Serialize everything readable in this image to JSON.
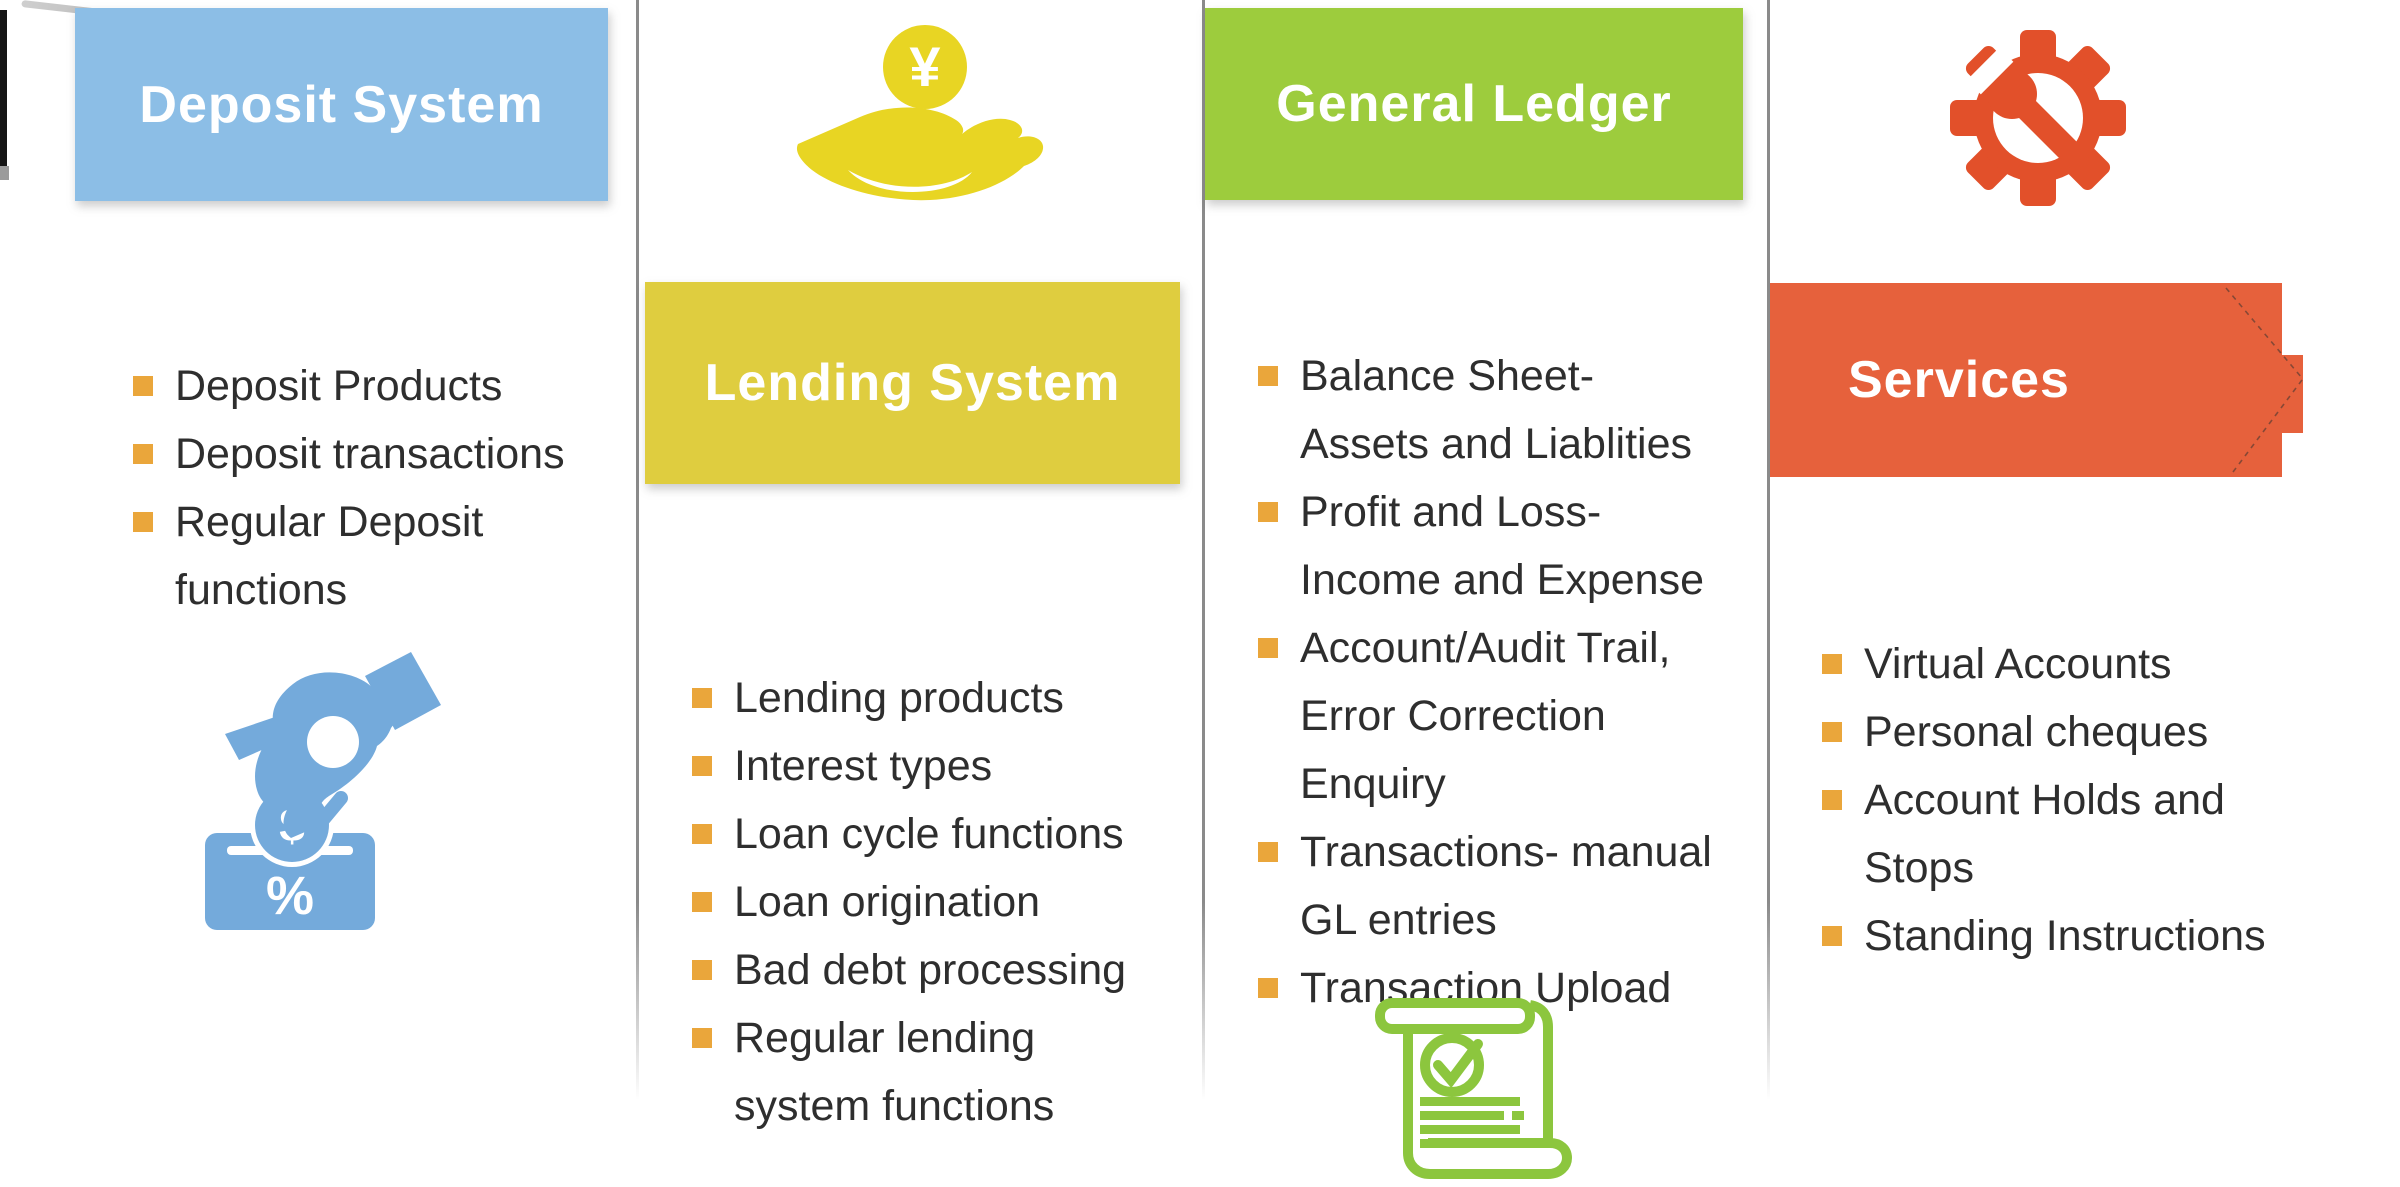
{
  "colors": {
    "deposit_header_bg": "#8CBEE6",
    "lending_header_bg": "#DFCD3F",
    "ledger_header_bg": "#9DCC3D",
    "services_header_bg": "#E6613C",
    "bullet_orange": "#EAA63B",
    "list_text": "#2e2e2e",
    "deposit_icon_blue": "#74AADB",
    "yen_icon_yellow": "#E8D523",
    "scroll_icon_green": "#8CC63E",
    "gear_icon_red": "#E2502A",
    "divider_gray": "#8a8a8a",
    "header_text": "#ffffff"
  },
  "columns": [
    {
      "header": {
        "label": "Deposit System"
      },
      "items": [
        "Deposit Products",
        "Deposit transactions",
        "Regular Deposit\nfunctions"
      ],
      "icon": "hand-coin-deposit-box-icon"
    },
    {
      "header": {
        "label": "Lending System"
      },
      "items": [
        "Lending products",
        "Interest types",
        "Loan cycle functions",
        "Loan origination",
        "Bad debt processing",
        "Regular lending\nsystem functions"
      ],
      "icon": "yen-coin-hand-icon"
    },
    {
      "header": {
        "label": "General Ledger"
      },
      "items": [
        "Balance Sheet-\nAssets and Liablities",
        "Profit and Loss-\nIncome and Expense",
        "Account/Audit Trail,\nError Correction\nEnquiry",
        "Transactions- manual\nGL entries",
        "Transaction Upload"
      ],
      "icon": "scroll-checklist-icon"
    },
    {
      "header": {
        "label": "Services"
      },
      "items": [
        "Virtual Accounts",
        "Personal cheques",
        "Account Holds and\nStops",
        "Standing Instructions"
      ],
      "icon": "gear-wrench-icon"
    }
  ],
  "icon_glyphs": {
    "dollar_symbol": "$",
    "percent_symbol": "%",
    "yen_symbol": "¥"
  }
}
